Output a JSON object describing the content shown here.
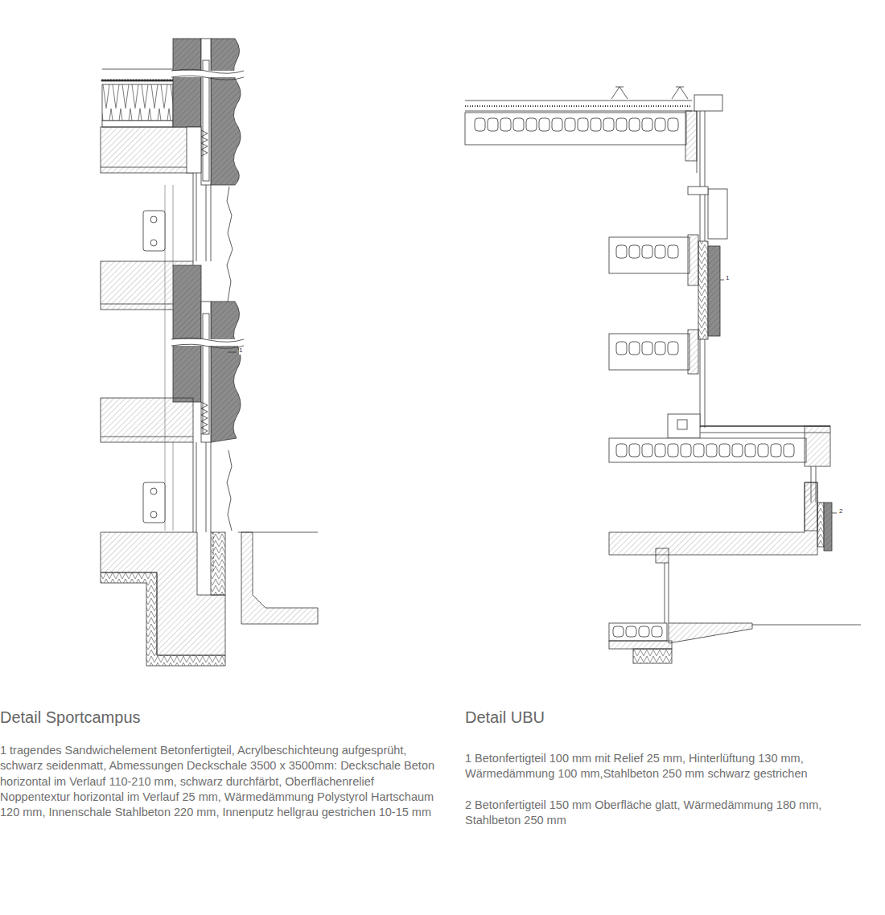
{
  "diagram": {
    "labels": [
      "1",
      "1",
      "2",
      "Detail Sportcampus",
      "1 tragendes Sandwichelement Betonfertigteil, Acrylbeschichteung aufgesprüht, schwarz seidenmatt, Abmessungen Deckschale 3500 x 3500mm: Deckschale Beton horizontal im Verlauf 110-210 mm, schwarz durchfärbt, Oberflächenrelief Noppentextur horizontal im Verlauf 25 mm, Wärmedämmung Polystyrol Hartschaum 120 mm, Innenschale Stahlbeton 220 mm, Innenputz hellgrau gestrichen 10-15 mm",
      "Detail UBU",
      "1 Betonfertigteil 100 mm mit Relief 25 mm, Hinterlüftung 130 mm, Wärmedämmung 100 mm,Stahlbeton 250 mm schwarz gestrichen",
      "2 Betonfertigteil 150 mm Oberfläche glatt, Wärmedämmung 180 mm, Stahlbeton 250 mm"
    ]
  }
}
